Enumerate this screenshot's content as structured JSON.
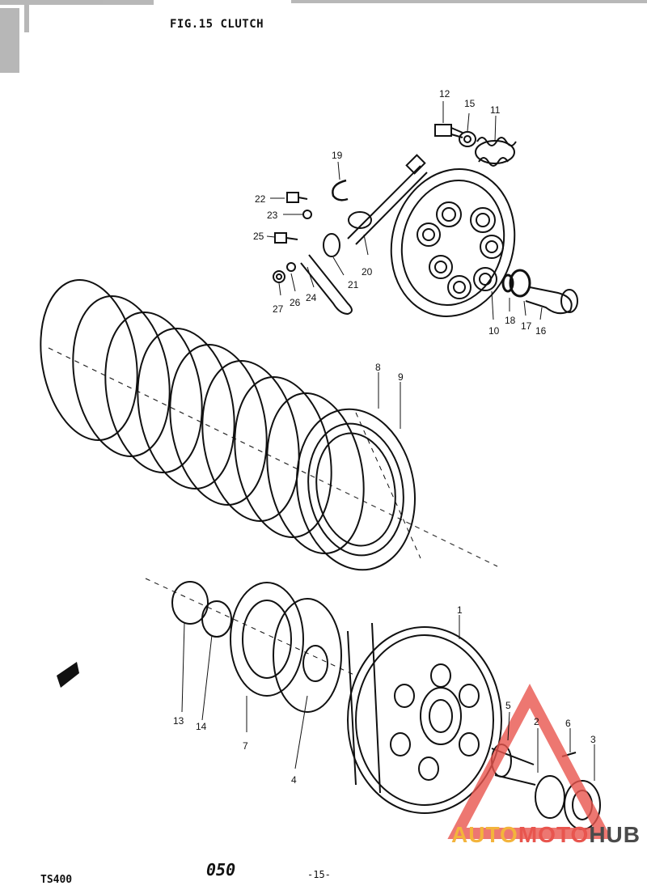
{
  "header": {
    "title": "FIG.15  CLUTCH"
  },
  "footer": {
    "model": "TS400",
    "code": "050",
    "page": "-15-"
  },
  "watermark": {
    "part1": "AUTO",
    "part2": "MOTO",
    "part3": "HUB",
    "colors": {
      "auto": "#f3b43c",
      "moto": "#e8554e",
      "hub": "#4a4a4a",
      "triangle": "#e8554e"
    }
  },
  "callouts": [
    "1",
    "2",
    "3",
    "4",
    "5",
    "6",
    "7",
    "8",
    "9",
    "10",
    "11",
    "12",
    "13",
    "14",
    "15",
    "16",
    "17",
    "18",
    "19",
    "20",
    "21",
    "22",
    "23",
    "24",
    "25",
    "26",
    "27"
  ]
}
